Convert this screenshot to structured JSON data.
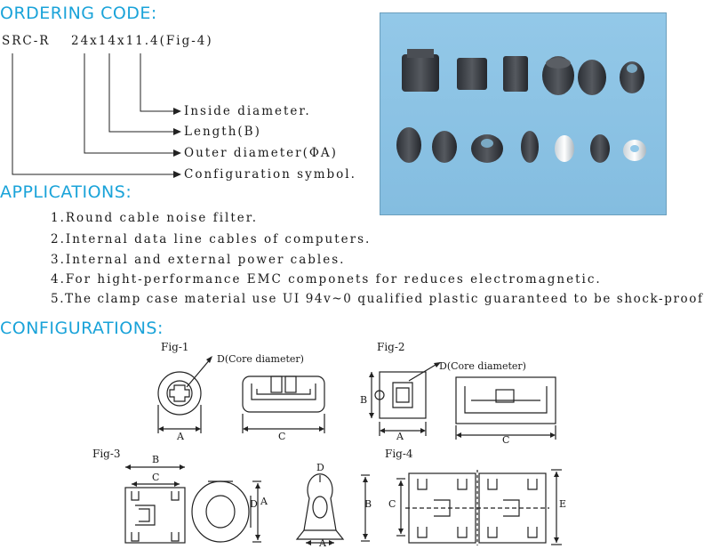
{
  "ordering": {
    "heading": "ORDERING CODE:",
    "code_prefix": "SRC-R",
    "code_value": "24x14x11.4(Fig-4)",
    "legend": [
      "Inside diameter.",
      "Length(B)",
      "Outer diameter(ΦA)",
      "Configuration symbol."
    ]
  },
  "applications": {
    "heading": "APPLICATIONS:",
    "items": [
      "1.Round cable noise filter.",
      "2.Internal data line cables of computers.",
      "3.Internal and external power cables.",
      "4.For hight-performance EMC componets for reduces electromagnetic.",
      "5.The clamp case material use UI 94v~0 qualified plastic guaranteed to be shock-proof"
    ]
  },
  "configurations": {
    "heading": "CONFIGURATIONS:",
    "fig1": {
      "label": "Fig-1",
      "core": "D(Core diameter)",
      "dim_a": "A",
      "dim_c": "C"
    },
    "fig2": {
      "label": "Fig-2",
      "core": "D(Core diameter)",
      "dim_a": "A",
      "dim_b": "B",
      "dim_c": "C"
    },
    "fig3": {
      "label": "Fig-3",
      "dim_b": "B",
      "dim_c": "C",
      "dim_d": "D",
      "dim_a": "A"
    },
    "fig4": {
      "label": "Fig-4",
      "dim_d": "D",
      "dim_b": "B",
      "dim_a": "A",
      "dim_c": "C",
      "dim_e": "E"
    }
  },
  "colors": {
    "heading": "#1aa3d9",
    "photo_bg": "#8ec4e5",
    "core": "#3a3f45"
  }
}
